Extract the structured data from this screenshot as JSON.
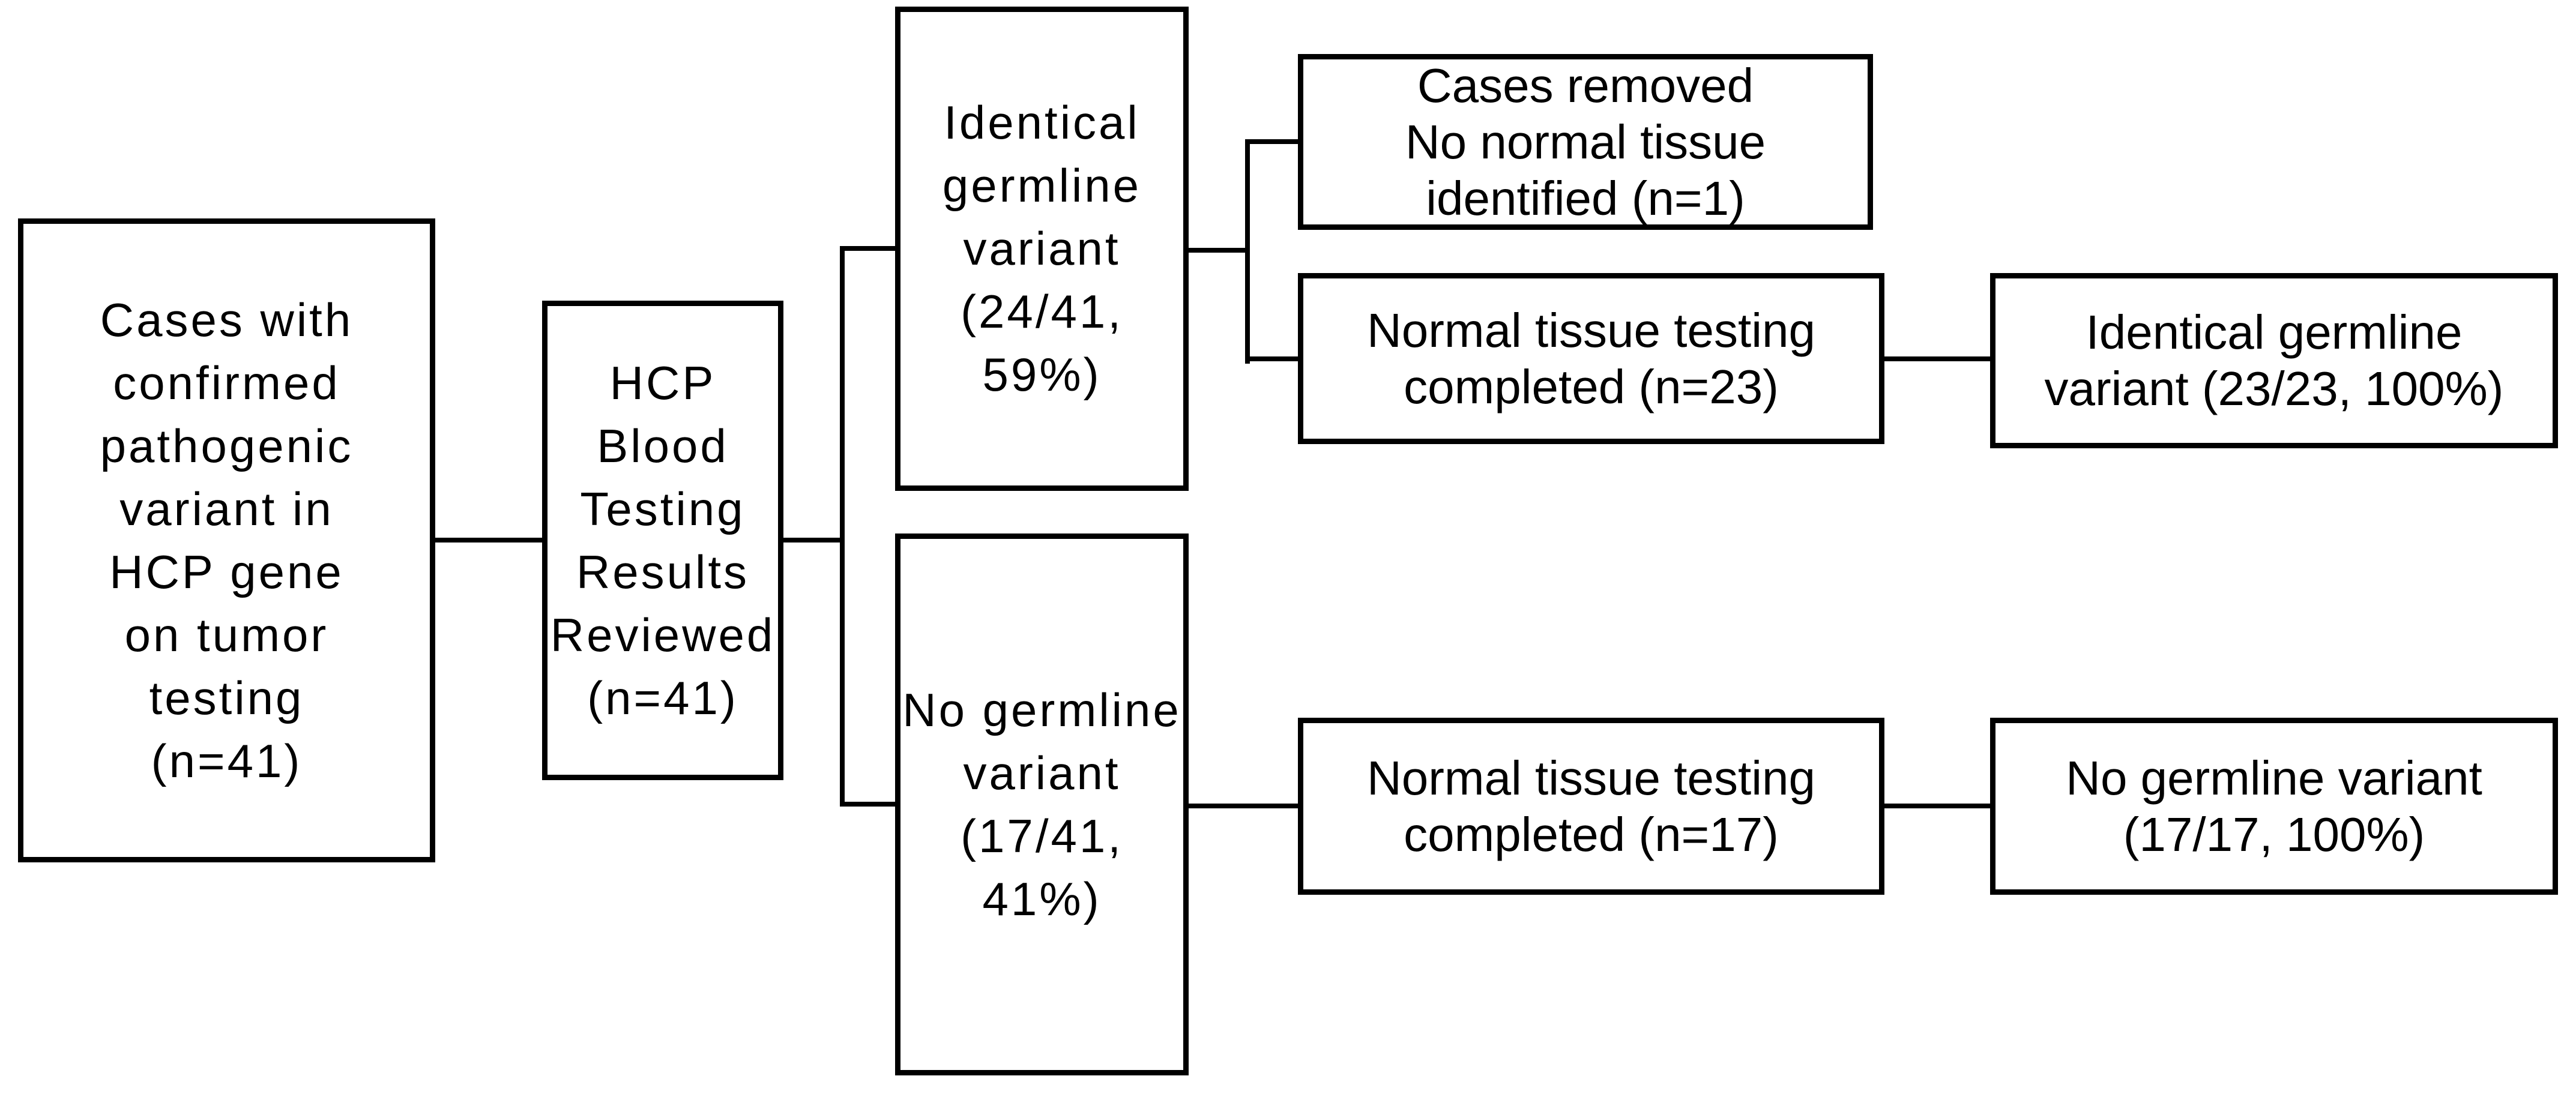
{
  "diagram": {
    "type": "flowchart",
    "title": "HCP germline confirmation testing flow",
    "background_color": "#ffffff",
    "stroke_color": "#000000",
    "text_color": "#000000",
    "nodes": {
      "cases_confirmed_tumor": {
        "label": "Cases with\nconfirmed\npathogenic\nvariant in\nHCP gene\non tumor\ntesting\n(n=41)",
        "n": 41
      },
      "hcp_blood_testing_reviewed": {
        "label": "HCP\nBlood\nTesting\nResults\nReviewed\n(n=41)",
        "n": 41
      },
      "identical_germline_variant": {
        "label": "Identical\ngermline\nvariant\n(24/41,\n59%)",
        "count": "24/41",
        "percent": "59%"
      },
      "no_germline_variant": {
        "label": "No germline\nvariant\n(17/41,\n41%)",
        "count": "17/41",
        "percent": "41%"
      },
      "cases_removed": {
        "label": "Cases removed\nNo normal tissue\nidentified (n=1)",
        "n": 1
      },
      "normal_tissue_testing_n23": {
        "label": "Normal tissue testing\ncompleted (n=23)",
        "n": 23
      },
      "identical_germline_confirmed": {
        "label": "Identical germline\nvariant (23/23, 100%)",
        "count": "23/23",
        "percent": "100%"
      },
      "normal_tissue_testing_n17": {
        "label": "Normal tissue testing\ncompleted (n=17)",
        "n": 17
      },
      "no_germline_confirmed": {
        "label": "No germline variant\n(17/17, 100%)",
        "count": "17/17",
        "percent": "100%"
      }
    },
    "edges": [
      {
        "from": "cases_confirmed_tumor",
        "to": "hcp_blood_testing_reviewed"
      },
      {
        "from": "hcp_blood_testing_reviewed",
        "to": "identical_germline_variant"
      },
      {
        "from": "hcp_blood_testing_reviewed",
        "to": "no_germline_variant"
      },
      {
        "from": "identical_germline_variant",
        "to": "cases_removed"
      },
      {
        "from": "identical_germline_variant",
        "to": "normal_tissue_testing_n23"
      },
      {
        "from": "normal_tissue_testing_n23",
        "to": "identical_germline_confirmed"
      },
      {
        "from": "no_germline_variant",
        "to": "normal_tissue_testing_n17"
      },
      {
        "from": "normal_tissue_testing_n17",
        "to": "no_germline_confirmed"
      }
    ]
  }
}
